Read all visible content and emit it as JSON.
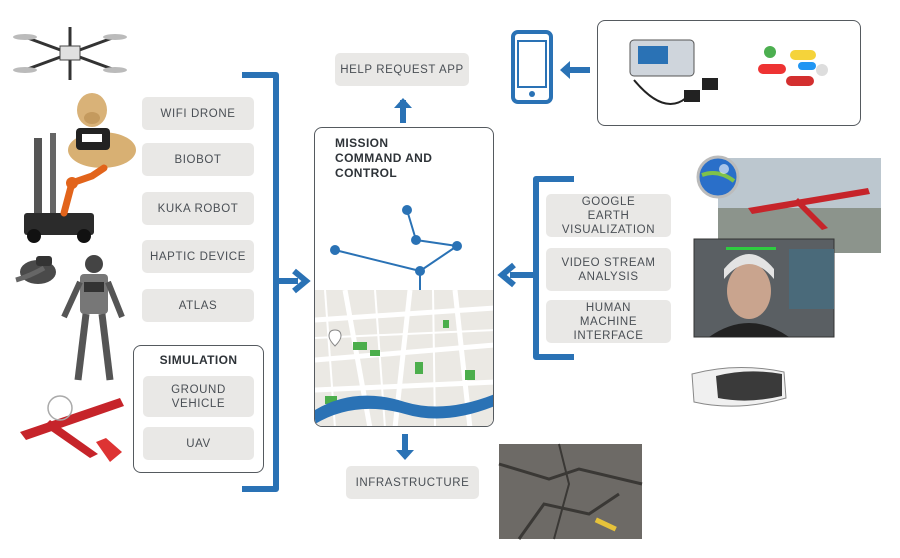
{
  "robots": {
    "wifi_drone": "WIFI DRONE",
    "biobot": "BIOBOT",
    "kuka_robot": "KUKA ROBOT",
    "haptic_device": "HAPTIC DEVICE",
    "atlas": "ATLAS"
  },
  "simulation": {
    "title": "SIMULATION",
    "ground_vehicle": "GROUND VEHICLE",
    "uav": "UAV"
  },
  "center": {
    "title": "MISSION COMMAND AND CONTROL",
    "help_request_app": "HELP REQUEST APP",
    "infrastructure": "INFRASTRUCTURE"
  },
  "right": {
    "google_earth": "GOOGLE EARTH VISUALIZATION",
    "video_stream": "VIDEO STREAM ANALYSIS",
    "hmi": "HUMAN MACHINE INTERFACE"
  },
  "colors": {
    "accent_blue": "#2a72b5",
    "box_gray": "#e9e8e6",
    "map_green": "#4cae4c"
  }
}
